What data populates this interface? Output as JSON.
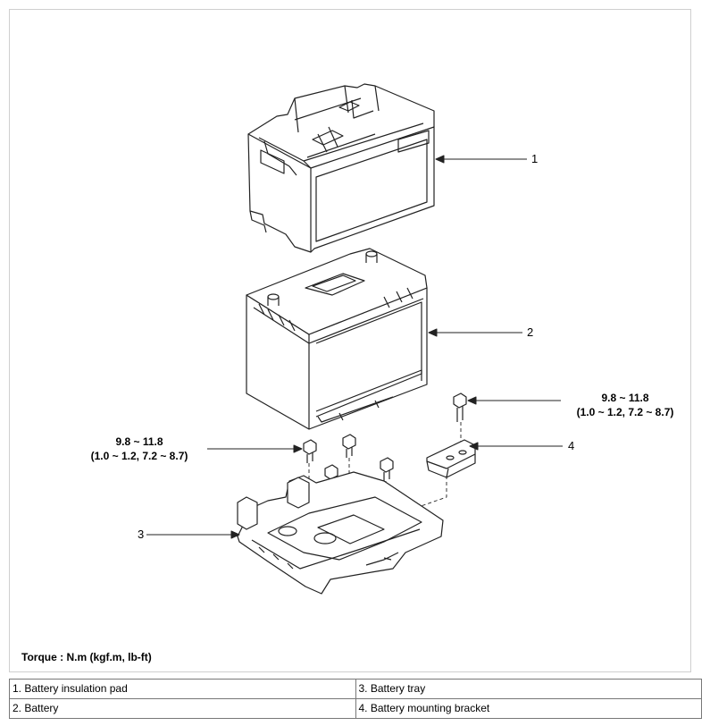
{
  "callouts": [
    {
      "id": "1",
      "label": "1"
    },
    {
      "id": "2",
      "label": "2"
    },
    {
      "id": "3",
      "label": "3"
    },
    {
      "id": "4",
      "label": "4"
    }
  ],
  "torque_left": {
    "line1": "9.8 ~ 11.8",
    "line2": "(1.0 ~ 1.2, 7.2 ~ 8.7)"
  },
  "torque_right": {
    "line1": "9.8 ~ 11.8",
    "line2": "(1.0 ~ 1.2, 7.2 ~ 8.7)"
  },
  "torque_note": "Torque : N.m (kgf.m, lb-ft)",
  "legend": {
    "row1": {
      "left": "1. Battery insulation pad",
      "right": "3. Battery tray"
    },
    "row2": {
      "left": "2. Battery",
      "right": "4. Battery mounting bracket"
    }
  }
}
